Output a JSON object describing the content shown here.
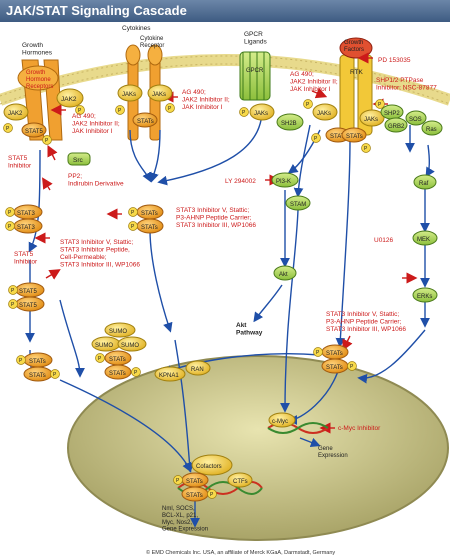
{
  "title": "JAK/STAT Signaling Cascade",
  "footer": "© EMD Chemicals Inc. USA, an affiliate of Merck KGaA, Darmstadt, Germany",
  "colors": {
    "title_bar": "#4a668e",
    "membrane": "#e9dc8a",
    "inhibitor": "#cc1a1a",
    "arrow": "#1f4fa8",
    "stat": "#f0a020",
    "jak": "#f2c838",
    "phospho": "#f7d94a",
    "nucleus": "#b4b07a",
    "receptor_green": "#7cc04a",
    "pathway_green": "#a6cf55"
  },
  "receptors": {
    "growth_hormones": "Growth\nHormones",
    "growth_hormone_receptor": "Growth\nHormone\nReceptors",
    "cytokines": "Cytokines",
    "cytokine_receptor": "Cytokine\nReceptor",
    "gpcr_ligands": "GPCR\nLigands",
    "gpcr": "GPCR",
    "growth_factors": "Growth\nFactors",
    "rtk": "RTK"
  },
  "nodes": {
    "jak2": "JAK2",
    "jak2b": "JAK2",
    "jaks": "JAKs",
    "stat5": "STAT5",
    "stat3": "STAT3",
    "stats": "STATs",
    "src": "Src",
    "p": "P",
    "sh2b": "SH2B",
    "shp2": "SHP2",
    "grb2": "GRB2",
    "sos": "SOS",
    "ras": "Ras",
    "raf": "Raf",
    "mek": "MEK",
    "erks": "ERKs",
    "pi3k": "PI3-K",
    "akt": "Akt",
    "akt_pathway": "Akt\nPathway",
    "stam": "STAM",
    "sumo": "SUMO",
    "kpna1": "KPNA1",
    "ran": "RAN",
    "cmyc": "c-Myc",
    "gene_expression": "Gene\nExpression",
    "cofactors": "Cofactors",
    "ctfs": "CTFs",
    "targets": "Nml, SOCS,\nBCL-XL, p21,\nMyc, Nos2,\nGene Expression"
  },
  "inhibitors": {
    "ag490_left": "AG 490;\nJAK2 Inhibitor II;\nJAK Inhibitor I",
    "stat5_inhibitor": "STAT5\nInhibitor",
    "pp2": "PP2;\nIndirubin Derivative",
    "ag490_mid": "AG 490;\nJAK2 Inhibitor II;\nJAK Inhibitor I",
    "stat3_mid": "STAT3 Inhibitor V, Stattic;\nP3-AHNP Peptide Carrier;\nSTAT3 Inhibitor III, WP1066",
    "stat3_left": "STAT3 Inhibitor V, Stattic;\nSTAT3 Inhibitor Peptide,\nCell-Permeable;\nSTAT3 Inhibitor III, WP1066",
    "stat5_inhibitor_2": "STAT5\nInhibitor",
    "pd153035": "PD 153035",
    "ag490_right": "AG 490;\nJAK2 Inhibitor II;\nJAK Inhibitor I",
    "shp_inhibitor": "SHP1/2 PTPase\nInhibitor; NSC-87877",
    "ly294002": "LY 294002",
    "u0126": "U0126",
    "stat3_right": "STAT3 Inhibitor V, Stattic;\nP3-AHNP Peptide Carrier;\nSTAT3 Inhibitor III, WP1066",
    "cmyc_inhibitor": "c-Myc Inhibitor"
  }
}
